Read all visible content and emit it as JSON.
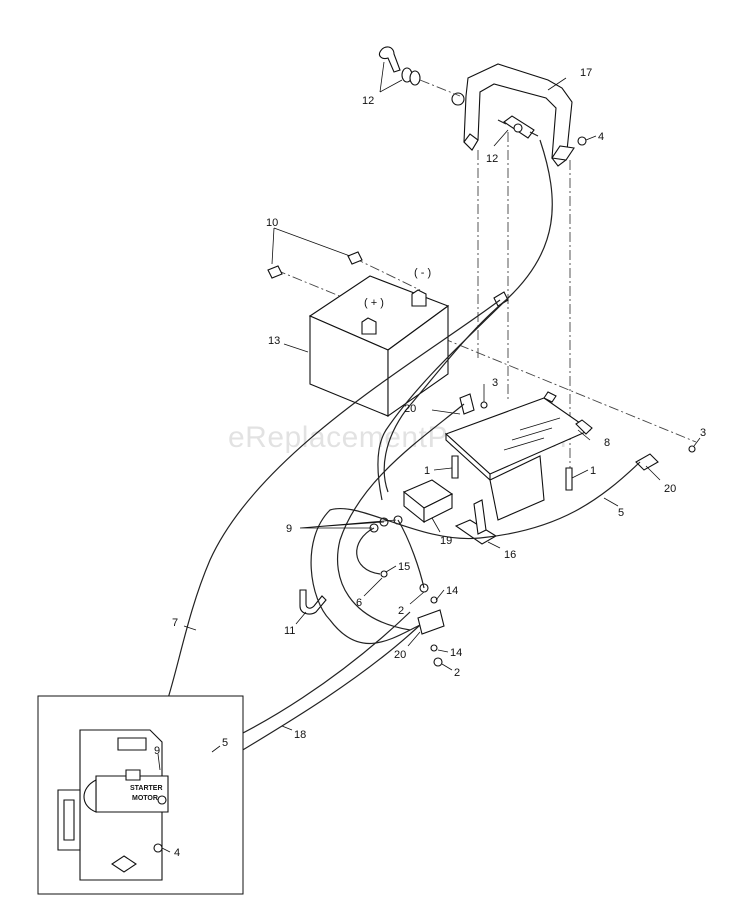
{
  "diagram": {
    "watermark": "eReplacementParts.com",
    "battery": {
      "positive_mark": "( + )",
      "negative_mark": "( - )"
    },
    "starter_motor_label_line1": "STARTER",
    "starter_motor_label_line2": "MOTOR",
    "callouts": [
      {
        "id": "c12a",
        "text": "12"
      },
      {
        "id": "c17",
        "text": "17"
      },
      {
        "id": "c4a",
        "text": "4"
      },
      {
        "id": "c12b",
        "text": "12"
      },
      {
        "id": "c10",
        "text": "10"
      },
      {
        "id": "c13",
        "text": "13"
      },
      {
        "id": "c3a",
        "text": "3"
      },
      {
        "id": "c20a",
        "text": "20"
      },
      {
        "id": "c8",
        "text": "8"
      },
      {
        "id": "c3b",
        "text": "3"
      },
      {
        "id": "c1a",
        "text": "1"
      },
      {
        "id": "c1b",
        "text": "1"
      },
      {
        "id": "c20b",
        "text": "20"
      },
      {
        "id": "c5a",
        "text": "5"
      },
      {
        "id": "c9a",
        "text": "9"
      },
      {
        "id": "c19",
        "text": "19"
      },
      {
        "id": "c16",
        "text": "16"
      },
      {
        "id": "c15",
        "text": "15"
      },
      {
        "id": "c6",
        "text": "6"
      },
      {
        "id": "c14a",
        "text": "14"
      },
      {
        "id": "c2a",
        "text": "2"
      },
      {
        "id": "c11",
        "text": "11"
      },
      {
        "id": "c7",
        "text": "7"
      },
      {
        "id": "c20c",
        "text": "20"
      },
      {
        "id": "c14b",
        "text": "14"
      },
      {
        "id": "c2b",
        "text": "2"
      },
      {
        "id": "c18",
        "text": "18"
      },
      {
        "id": "c5b",
        "text": "5"
      },
      {
        "id": "c9b",
        "text": "9"
      },
      {
        "id": "c4b",
        "text": "4"
      }
    ]
  }
}
